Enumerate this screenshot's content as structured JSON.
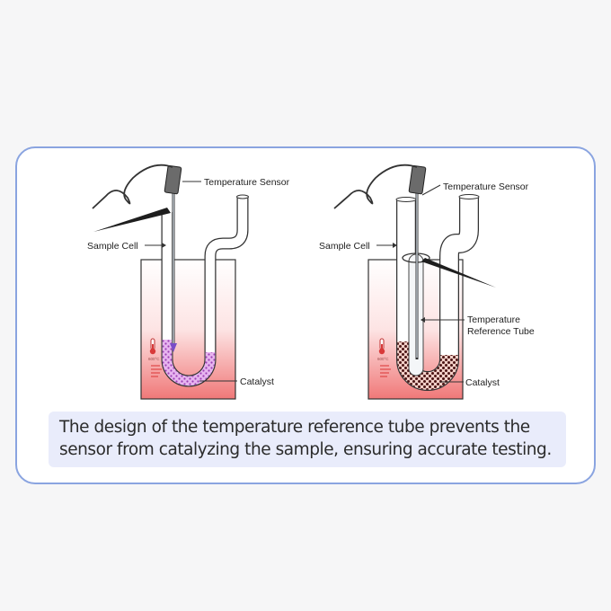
{
  "diagrams": [
    {
      "temperature_sensor_label": "Temperature Sensor",
      "sample_cell_label": "Sample Cell",
      "catalyst_label": "Catalyst",
      "thermometer_reading": "600°C"
    },
    {
      "temperature_sensor_label": "Temperature Sensor",
      "sample_cell_label": "Sample Cell",
      "reference_tube_label_line1": "Temperature",
      "reference_tube_label_line2": "Reference Tube",
      "catalyst_label": "Catalyst",
      "thermometer_reading": "600°C"
    }
  ],
  "caption": "The design of the temperature reference tube prevents the sensor from catalyzing the sample, ensuring accurate testing.",
  "colors": {
    "card_border": "#8aa4e0",
    "caption_background": "#e9ecfb",
    "furnace_heat": "#f07878",
    "catalyst_left": "#c77ad6",
    "catalyst_right": "#5a1f1f"
  }
}
